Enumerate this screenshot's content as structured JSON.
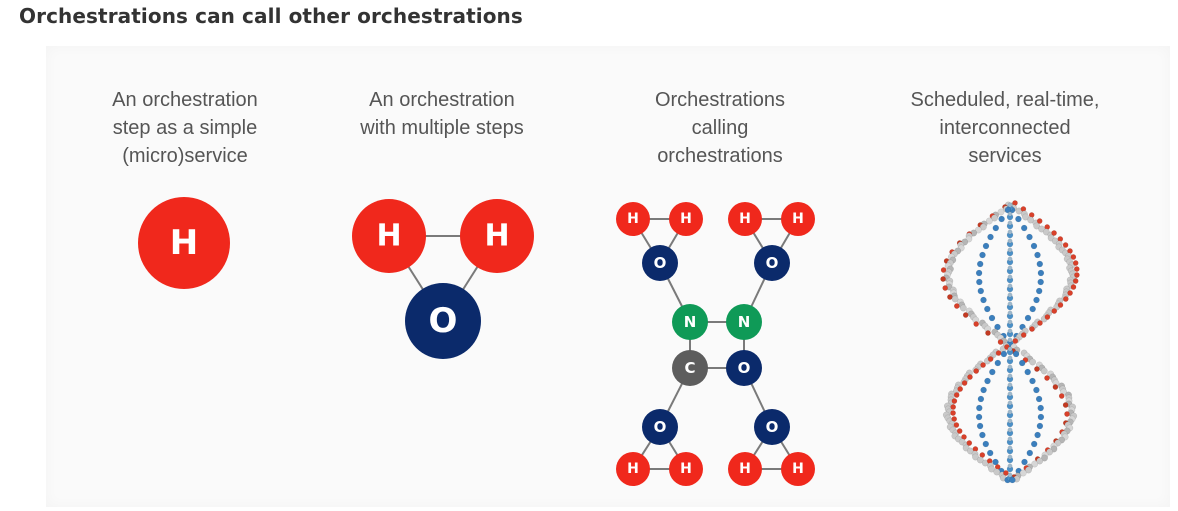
{
  "page_title": "Orchestrations can call other orchestrations",
  "columns": [
    {
      "caption": "An orchestration\nstep as a simple\n(micro)service"
    },
    {
      "caption": "An orchestration\nwith multiple steps"
    },
    {
      "caption": "Orchestrations\ncalling\norchestrations"
    },
    {
      "caption": "Scheduled, real-time,\ninterconnected\nservices"
    }
  ],
  "labels": {
    "H": "H",
    "O": "O",
    "N": "N",
    "C": "C"
  },
  "colors": {
    "hydrogen": "#f0281c",
    "oxygen": "#0b2a6b",
    "nitrogen": "#0f9a57",
    "carbon": "#5d5d5d",
    "bond": "#7a7a7a"
  }
}
